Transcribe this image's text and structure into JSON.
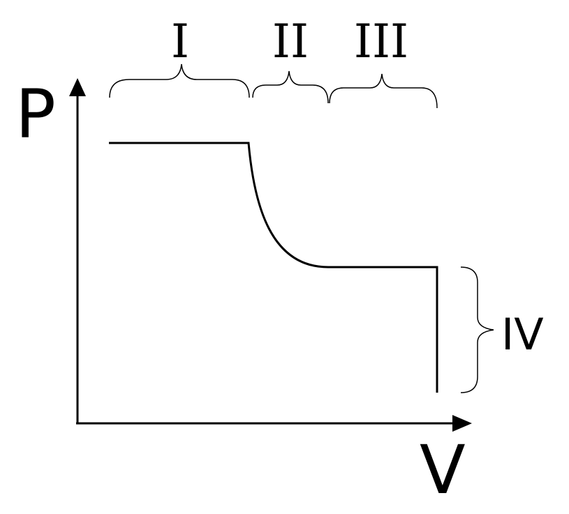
{
  "diagram": {
    "y_axis_label": "P",
    "x_axis_label": "V",
    "regions": {
      "region_1": "I",
      "region_2": "II",
      "region_3": "III",
      "region_4": "IV"
    },
    "line_color": "#000000",
    "background_color": "#ffffff"
  }
}
